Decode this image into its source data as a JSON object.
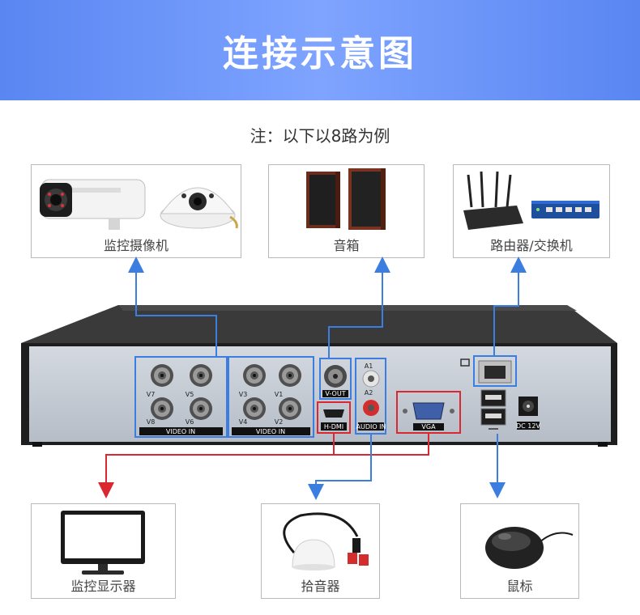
{
  "header": {
    "title": "连接示意图"
  },
  "note": "注：以下以8路为例",
  "devices_top": [
    {
      "label": "监控摄像机"
    },
    {
      "label": "音箱"
    },
    {
      "label": "路由器/交换机"
    }
  ],
  "devices_bottom": [
    {
      "label": "监控显示器"
    },
    {
      "label": "拾音器"
    },
    {
      "label": "鼠标"
    }
  ],
  "dvr": {
    "channels": [
      "V7",
      "V5",
      "V3",
      "V1",
      "V8",
      "V6",
      "V4",
      "V2"
    ],
    "video_in_label": "VIDEO IN",
    "vout_label": "V-OUT",
    "hdmi_label": "H-DMI",
    "audio_in_label": "AUDIO IN",
    "audio_a1": "A1",
    "audio_a2": "A2",
    "vga_label": "VGA",
    "dc_label": "DC 12V"
  },
  "colors": {
    "header": "#6b93f7",
    "line_blue": "#3c7ee0",
    "line_red": "#d9282f",
    "dvr_body": "#2b2b2b",
    "dvr_panel": "#c5ccd5"
  },
  "icons": [
    "bullet-camera-icon",
    "dome-camera-icon",
    "speaker-icon",
    "router-icon",
    "switch-icon",
    "monitor-icon",
    "microphone-icon",
    "mouse-icon"
  ]
}
